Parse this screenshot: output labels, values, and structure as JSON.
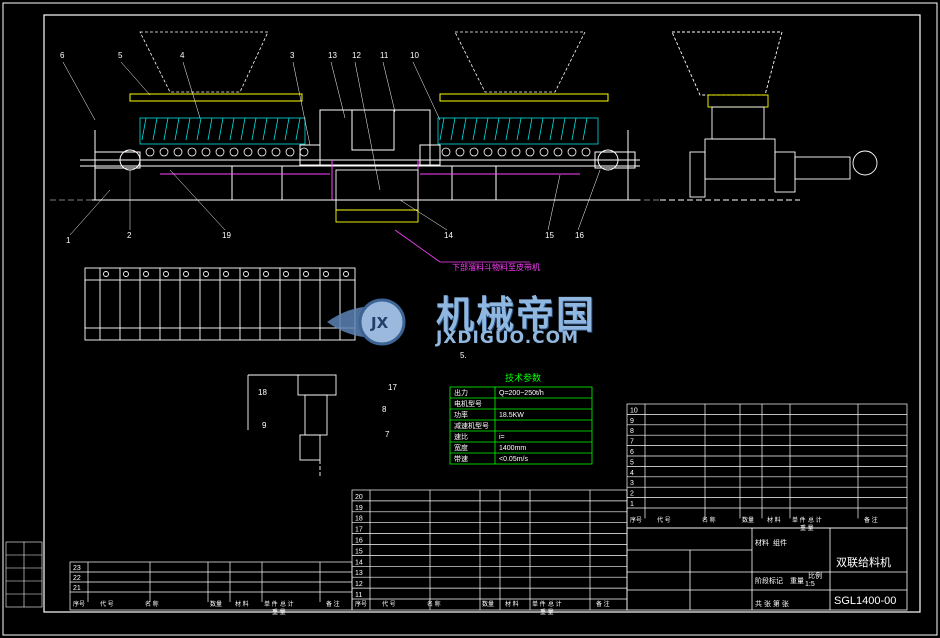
{
  "drawing": {
    "title": "双联给料机",
    "code": "SGL1400-00",
    "scale": "1:5",
    "ratio_label": "比例",
    "material_label": "材料",
    "material": "组件",
    "stage_label": "阶段标记",
    "weight_label": "重量",
    "sheet_label": "共 张 第 张"
  },
  "watermark": {
    "brand": "机械帝国",
    "url": "JXDIGUO.COM",
    "badge": "JX"
  },
  "annotation": {
    "purple_note": "下部溜料斗物料至皮带机",
    "note_number": "5."
  },
  "tech_params": {
    "title": "技术参数",
    "rows": [
      [
        "出力",
        "Q=200~250t/h"
      ],
      [
        "电机型号",
        ""
      ],
      [
        "功率",
        "18.5KW"
      ],
      [
        "减速机型号",
        ""
      ],
      [
        "速比",
        "i="
      ],
      [
        "宽度",
        "1400mm"
      ],
      [
        "带速",
        "<0.05m/s"
      ]
    ]
  },
  "callouts": {
    "top": [
      "6",
      "5",
      "4",
      "3",
      "13",
      "12",
      "11",
      "10"
    ],
    "bottom": [
      "1",
      "2",
      "19",
      "14",
      "15",
      "16"
    ],
    "plan": [
      "18",
      "17",
      "8",
      "9",
      "7"
    ]
  },
  "bom_right": {
    "rows": [
      "10",
      "9",
      "8",
      "7",
      "6",
      "5",
      "4",
      "3",
      "2",
      "1"
    ],
    "header": [
      "序号",
      "代 号",
      "名 称",
      "数量",
      "材 料",
      "单 件",
      "总 计",
      "备 注",
      "重 量"
    ]
  },
  "bom_mid": {
    "rows": [
      "20",
      "19",
      "18",
      "17",
      "16",
      "15",
      "14",
      "13",
      "12",
      "11"
    ],
    "header": [
      "序号",
      "代 号",
      "名 称",
      "数量",
      "材 料",
      "单 件",
      "总 计",
      "备 注",
      "重 量"
    ]
  },
  "bom_left": {
    "rows": [
      "23",
      "22",
      "21"
    ],
    "header": [
      "序号",
      "代 号",
      "名 称",
      "数量",
      "材 料",
      "单 件",
      "总 计",
      "备 注",
      "重 量"
    ]
  },
  "colors": {
    "frame": "#ffffff",
    "cyan": "#00e0e0",
    "green": "#00ff00",
    "magenta": "#ff40ff",
    "yellow": "#ffff00"
  }
}
